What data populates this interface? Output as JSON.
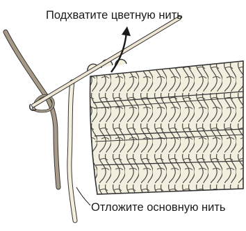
{
  "captions": {
    "pick_up": "Подхватите цветную нить",
    "set_aside": "Отложите основную нить"
  },
  "colors": {
    "yarn_main": "#f3efdf",
    "yarn_contrast": "#a79b88",
    "outline": "#333333",
    "hook": "#efe7d3",
    "arrow": "#1a1a1a"
  },
  "icons": {
    "hook": "crochet-hook",
    "arrow": "curved-arrow-up"
  }
}
